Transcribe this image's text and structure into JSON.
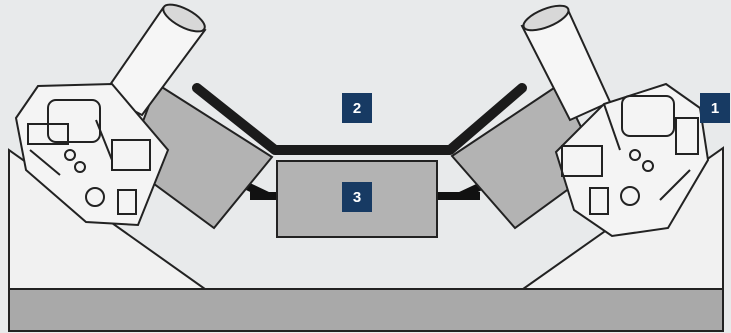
{
  "diagram": {
    "callouts": [
      {
        "id": "1",
        "label": "1"
      },
      {
        "id": "2",
        "label": "2"
      },
      {
        "id": "3",
        "label": "3"
      }
    ],
    "colors": {
      "background": "#e8eaeb",
      "frame_fill": "#f1f1f1",
      "outline": "#222222",
      "roller_fill": "#b3b3b3",
      "base_fill": "#a9a9a9",
      "belt": "#1b1b1b",
      "badge_fill": "#173a63",
      "badge_text": "#ffffff"
    }
  }
}
